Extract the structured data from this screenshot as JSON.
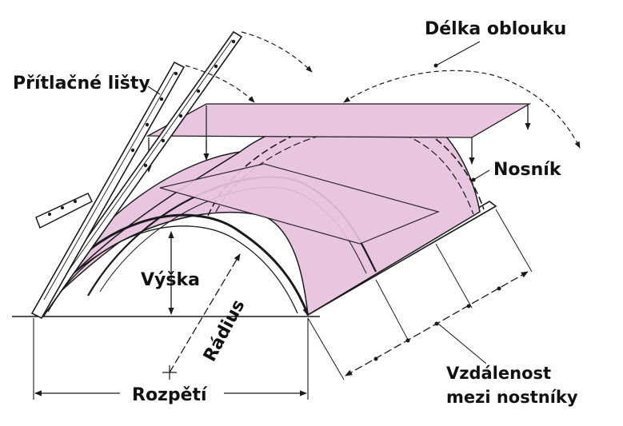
{
  "labels": {
    "clamping_strips": "Přítlačné lišty",
    "arc_length": "Délka oblouku",
    "beam": "Nosník",
    "height": "Výška",
    "radius": "Rádius",
    "span": "Rozpětí",
    "beam_spacing_line1": "Vzdálenost",
    "beam_spacing_line2": "mezi nostníky"
  },
  "colors": {
    "panel_fill": "#e8c6e0",
    "line": "#1a1a1a",
    "background": "#ffffff"
  }
}
